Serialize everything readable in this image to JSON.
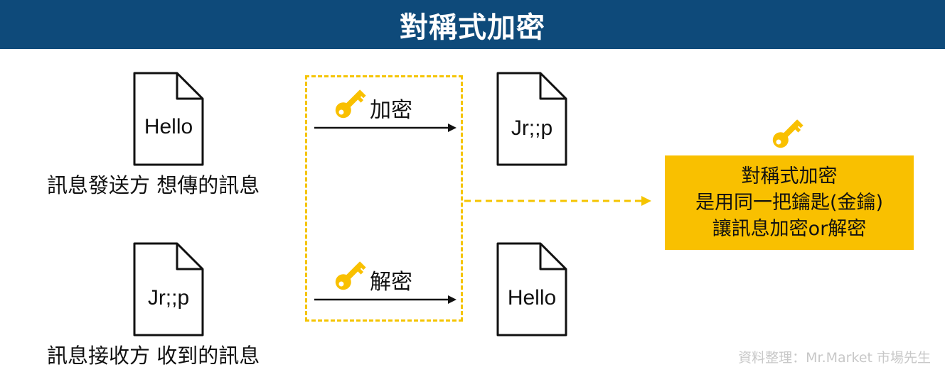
{
  "title": "對稱式加密",
  "colors": {
    "header_bg": "#0e4a7a",
    "accent": "#f9c000",
    "dash": "#f5c400"
  },
  "sender": {
    "doc_text": "Hello",
    "caption": "訊息發送方 想傳的訊息"
  },
  "receiver": {
    "doc_text": "Jr;;p",
    "caption": "訊息接收方 收到的訊息"
  },
  "encrypt": {
    "label": "加密",
    "icon": "key-icon",
    "output_text": "Jr;;p"
  },
  "decrypt": {
    "label": "解密",
    "icon": "key-icon",
    "output_text": "Hello"
  },
  "callout": {
    "icon": "key-icon",
    "lines": [
      "對稱式加密",
      "是用同一把鑰匙(金鑰)",
      "讓訊息加密or解密"
    ]
  },
  "credit": "資料整理：Mr.Market 市場先生"
}
